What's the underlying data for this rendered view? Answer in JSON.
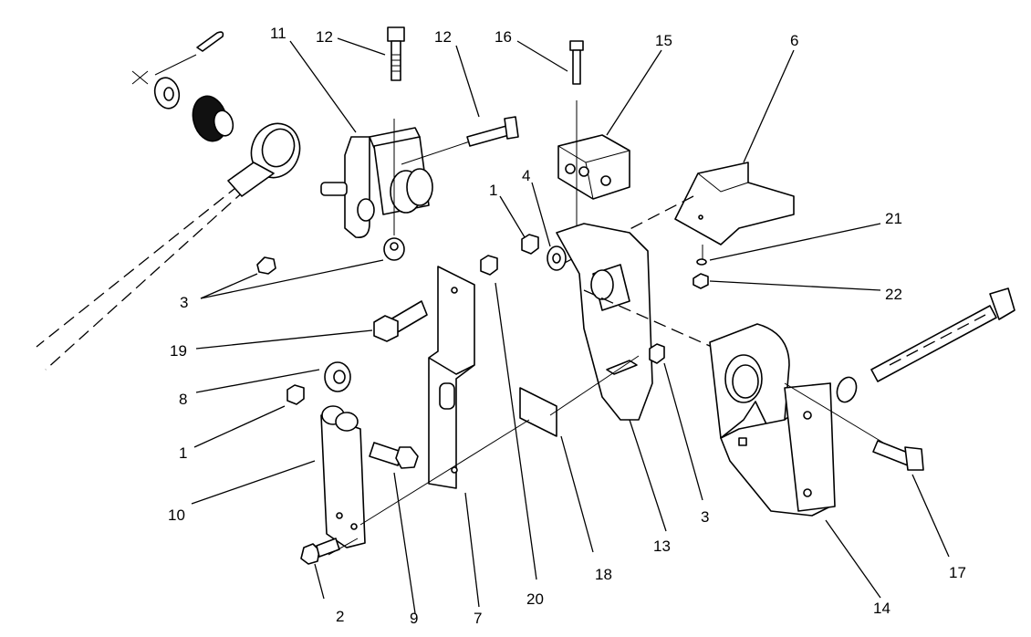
{
  "callouts": {
    "c1a": "1",
    "c1b": "1",
    "c2": "2",
    "c3a": "3",
    "c3b": "3",
    "c4": "4",
    "c6": "6",
    "c7": "7",
    "c8": "8",
    "c9": "9",
    "c10": "10",
    "c11": "11",
    "c12a": "12",
    "c12b": "12",
    "c13": "13",
    "c14": "14",
    "c15": "15",
    "c16": "16",
    "c17": "17",
    "c18": "18",
    "c19": "19",
    "c20": "20",
    "c21": "21",
    "c22": "22"
  }
}
